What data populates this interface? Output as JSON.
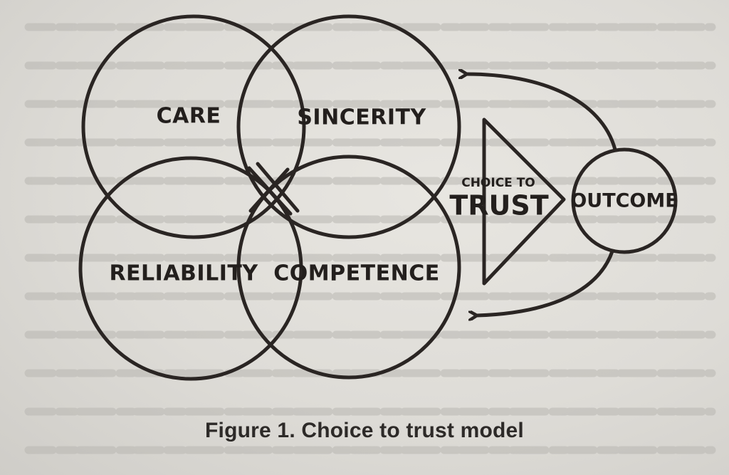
{
  "diagram": {
    "circles": {
      "care": "CARE",
      "sincerity": "SINCERITY",
      "reliability": "RELIABILITY",
      "competence": "COMPETENCE"
    },
    "choice_line1": "CHOICE TO",
    "choice_line2": "TRUST",
    "outcome": "OUTCOME"
  },
  "caption": "Figure 1. Choice to trust model",
  "colors": {
    "ink": "#2a2523",
    "paper": "#e2e0db",
    "caption": "#2d2a28"
  }
}
